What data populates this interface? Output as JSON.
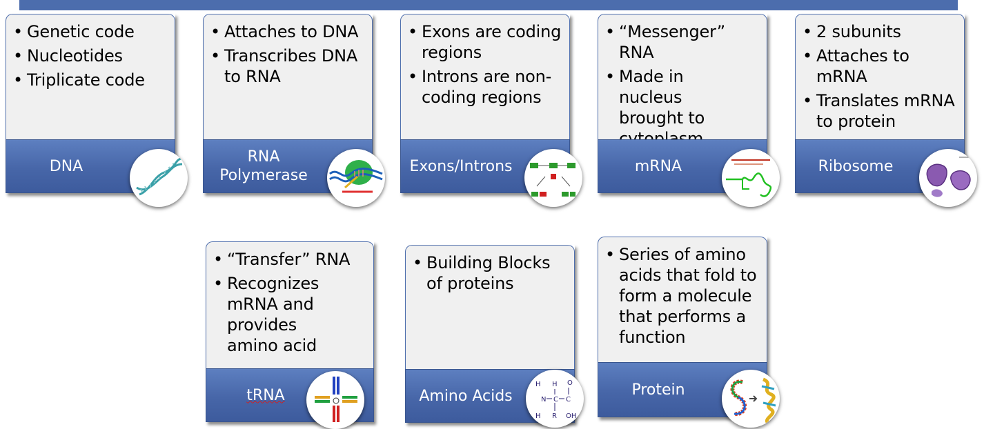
{
  "cards": [
    {
      "title": "DNA",
      "bullets": [
        "Genetic code",
        "Nucleotides",
        "Triplicate code"
      ],
      "icon": "dna-helix-icon"
    },
    {
      "title": "RNA Polymerase",
      "title_lines": [
        "RNA",
        "Polymerase"
      ],
      "bullets": [
        "Attaches to DNA",
        "Transcribes DNA to RNA"
      ],
      "icon": "rna-polymerase-icon"
    },
    {
      "title": "Exons/Introns",
      "bullets": [
        "Exons are coding regions",
        "Introns are non-coding regions"
      ],
      "icon": "exon-intron-diagram-icon"
    },
    {
      "title": "mRNA",
      "bullets": [
        "“Messenger” RNA",
        "Made in nucleus brought to cytoplasm"
      ],
      "icon": "mrna-strand-icon"
    },
    {
      "title": "Ribosome",
      "bullets": [
        "2 subunits",
        "Attaches to mRNA",
        "Translates mRNA to protein"
      ],
      "icon": "ribosome-icon"
    },
    {
      "title": "tRNA",
      "bullets": [
        "“Transfer” RNA",
        "Recognizes mRNA and provides amino acid"
      ],
      "icon": "trna-structure-icon"
    },
    {
      "title": "Amino Acids",
      "bullets": [
        "Building Blocks of proteins"
      ],
      "icon": "amino-acid-structure-icon"
    },
    {
      "title": "Protein",
      "bullets": [
        "Series of amino acids that fold to form a molecule that performs a function"
      ],
      "icon": "protein-folding-icon"
    }
  ],
  "colors": {
    "banner": "#4c6dad",
    "label_bg": "#4a6aac",
    "panel_bg": "#f0f0f0",
    "panel_border": "#4f6fad"
  }
}
